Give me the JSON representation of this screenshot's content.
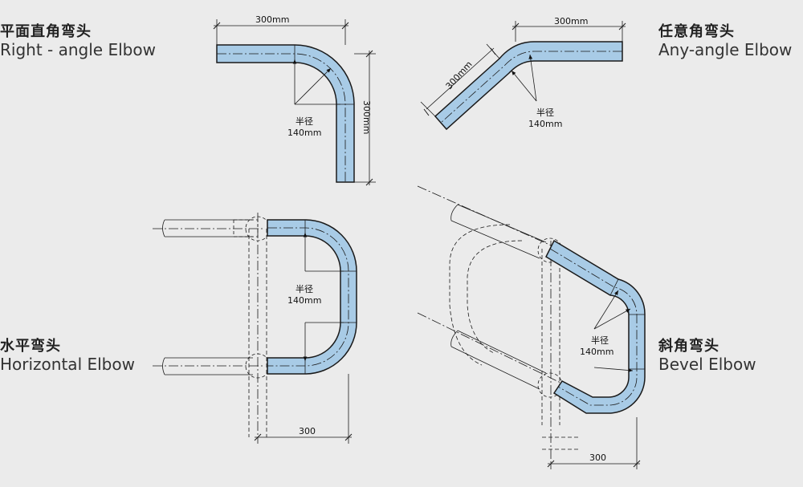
{
  "labels": {
    "right_angle": {
      "zh": "平面直角弯头",
      "en": "Right - angle Elbow"
    },
    "any_angle": {
      "zh": "任意角弯头",
      "en": "Any-angle Elbow"
    },
    "horizontal": {
      "zh": "水平弯头",
      "en": "Horizontal Elbow"
    },
    "bevel": {
      "zh": "斜角弯头",
      "en": "Bevel Elbow"
    }
  },
  "dimensions": {
    "right_angle": {
      "width": "300mm",
      "height": "300mm",
      "radius_label": "半径",
      "radius_value": "140mm"
    },
    "any_angle": {
      "width": "300mm",
      "slant": "300mm",
      "radius_label": "半径",
      "radius_value": "140mm"
    },
    "horizontal": {
      "bottom": "300",
      "radius_label": "半径",
      "radius_value": "140mm"
    },
    "bevel": {
      "bottom": "300",
      "radius_label": "半径",
      "radius_value": "140mm"
    }
  },
  "colors": {
    "pipe_fill": "#a8cbe6",
    "line": "#1a1a1a",
    "background": "#ebebeb"
  }
}
